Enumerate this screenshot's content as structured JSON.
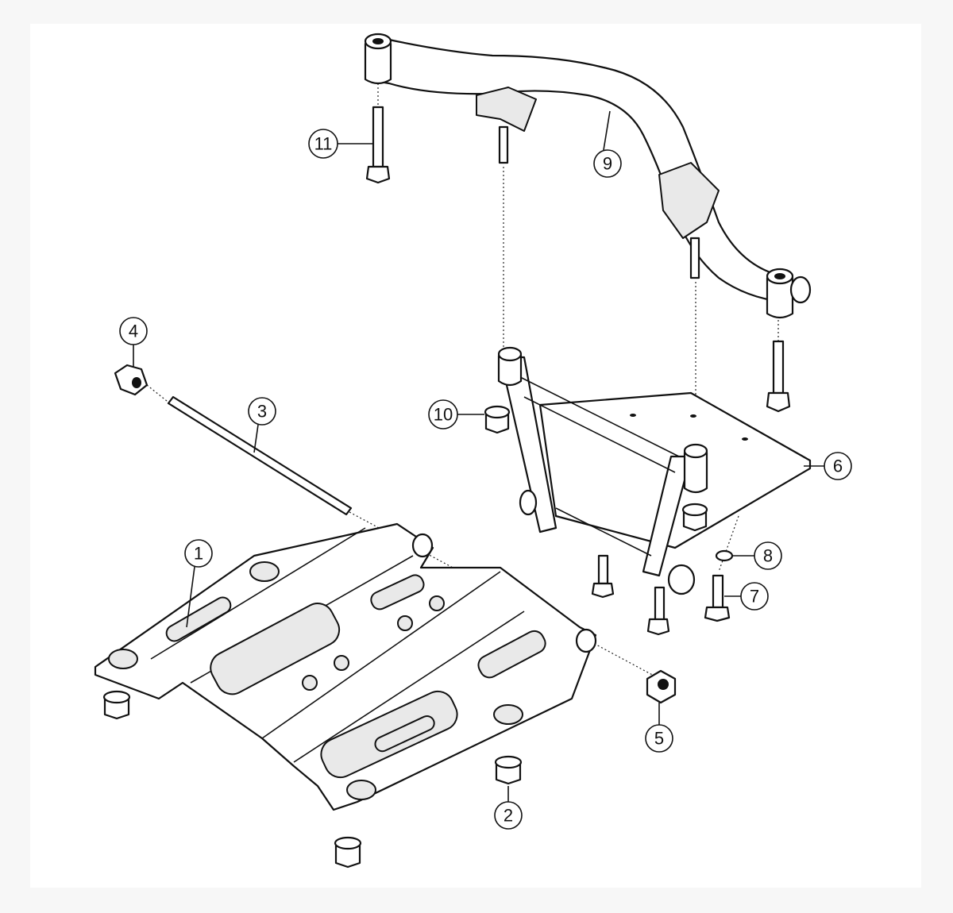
{
  "diagram": {
    "type": "exploded-parts-view",
    "callouts": [
      {
        "id": "1",
        "label": "1"
      },
      {
        "id": "2",
        "label": "2"
      },
      {
        "id": "3",
        "label": "3"
      },
      {
        "id": "4",
        "label": "4"
      },
      {
        "id": "5",
        "label": "5"
      },
      {
        "id": "6",
        "label": "6"
      },
      {
        "id": "7",
        "label": "7"
      },
      {
        "id": "8",
        "label": "8"
      },
      {
        "id": "9",
        "label": "9"
      },
      {
        "id": "10",
        "label": "10"
      },
      {
        "id": "11",
        "label": "11"
      }
    ]
  }
}
